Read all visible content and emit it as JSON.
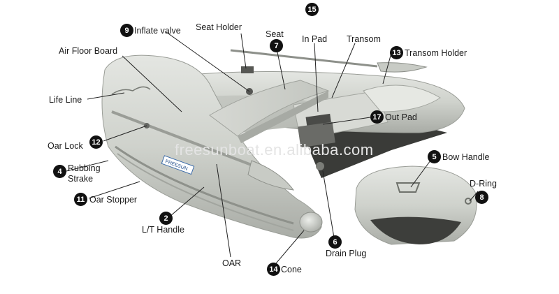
{
  "watermark": "freesunboat.en.alibaba.com",
  "brand_decal": "FREESUN",
  "labels": {
    "inflate_valve": {
      "num": "9",
      "text": "Inflate valve"
    },
    "seat_holder": {
      "text": "Seat Holder"
    },
    "seat": {
      "num": "7",
      "text": "Seat"
    },
    "in_pad": {
      "num": "15",
      "text": "In Pad"
    },
    "transom": {
      "text": "Transom"
    },
    "transom_holder": {
      "num": "13",
      "text": "Transom Holder"
    },
    "air_floor_board": {
      "text": "Air Floor Board"
    },
    "life_line": {
      "text": "Life Line"
    },
    "out_pad": {
      "num": "17",
      "text": "Out Pad"
    },
    "oar_lock": {
      "num": "12",
      "text": "Oar Lock"
    },
    "rubbing_strake": {
      "num": "4",
      "text": "Rubbing",
      "text2": "Strake"
    },
    "oar_stopper": {
      "num": "11",
      "text": "Oar Stopper"
    },
    "lt_handle": {
      "num": "2",
      "text": "L/T Handle"
    },
    "oar": {
      "text": "OAR"
    },
    "cone": {
      "num": "14",
      "text": "Cone"
    },
    "drain_plug": {
      "num": "6",
      "text": "Drain Plug"
    },
    "bow_handle": {
      "num": "5",
      "text": "Bow Handle"
    },
    "d_ring": {
      "num": "8",
      "text": "D-Ring"
    }
  }
}
